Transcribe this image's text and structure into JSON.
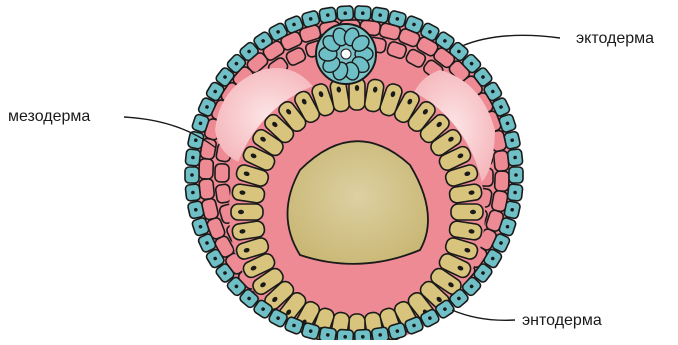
{
  "diagram": {
    "labels": {
      "ectoderm": "эктодерма",
      "mesoderm": "мезодерма",
      "endoderm": "энтодерма"
    },
    "colors": {
      "ectoderm": "#6fc0c6",
      "mesoderm": "#ee8a94",
      "mesoderm_cavity": "#f7c6c9",
      "endoderm": "#d8c47c",
      "yolk": "#d8c47c",
      "outline": "#1a1a1a",
      "neural_tube": "#7cc3c7"
    }
  }
}
